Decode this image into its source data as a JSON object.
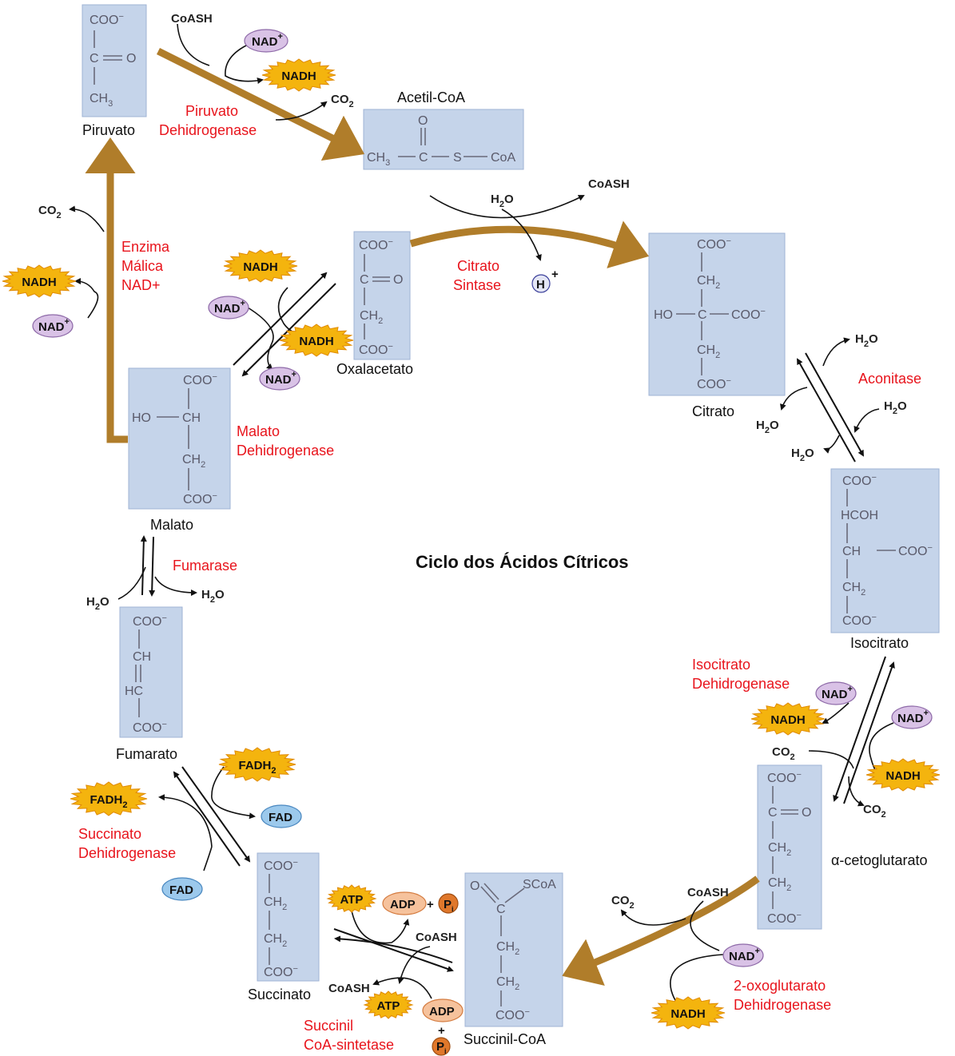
{
  "title": "Ciclo dos Ácidos Cítricos",
  "molecules": {
    "piruvato": "Piruvato",
    "acetil_coa": "Acetil-CoA",
    "oxalacetato": "Oxalacetato",
    "citrato": "Citrato",
    "isocitrato": "Isocitrato",
    "cetoglutarato": "α-cetoglutarato",
    "succinil_coa": "Succinil-CoA",
    "succinato": "Succinato",
    "fumarato": "Fumarato",
    "malato": "Malato"
  },
  "enzymes": {
    "piruvato_dh": [
      "Piruvato",
      "Dehidrogenase"
    ],
    "enzima_malica": [
      "Enzima",
      "Málica",
      "NAD+"
    ],
    "citrato_sintase": [
      "Citrato",
      "Sintase"
    ],
    "aconitase": "Aconitase",
    "isocitrato_dh": [
      "Isocitrato",
      "Dehidrogenase"
    ],
    "oxoglutarato_dh": [
      "2-oxoglutarato",
      "Dehidrogenase"
    ],
    "succinil_coa_sintetase": [
      "Succinil",
      "CoA-sintetase"
    ],
    "succinato_dh": [
      "Succinato",
      "Dehidrogenase"
    ],
    "fumarase": "Fumarase",
    "malato_dh": [
      "Malato",
      "Dehidrogenase"
    ]
  },
  "cofactors": {
    "nad": "NAD",
    "nadh": "NADH",
    "fad": "FAD",
    "fadh2": "FADH",
    "atp": "ATP",
    "adp": "ADP",
    "pi": "P",
    "coash": "CoASH",
    "co2": "CO",
    "h2o": "H",
    "h": "H",
    "plus": "+"
  },
  "structures": {
    "coo": "COO",
    "c": "C",
    "o": "O",
    "ch3": "CH",
    "ch2": "CH",
    "ch": "CH",
    "hc": "HC",
    "ho": "HO",
    "hcoh": "HCOH",
    "s": "S",
    "coa": "CoA",
    "scoa": "SCoA",
    "sub3": "3",
    "sub2": "2",
    "minus": "−"
  }
}
